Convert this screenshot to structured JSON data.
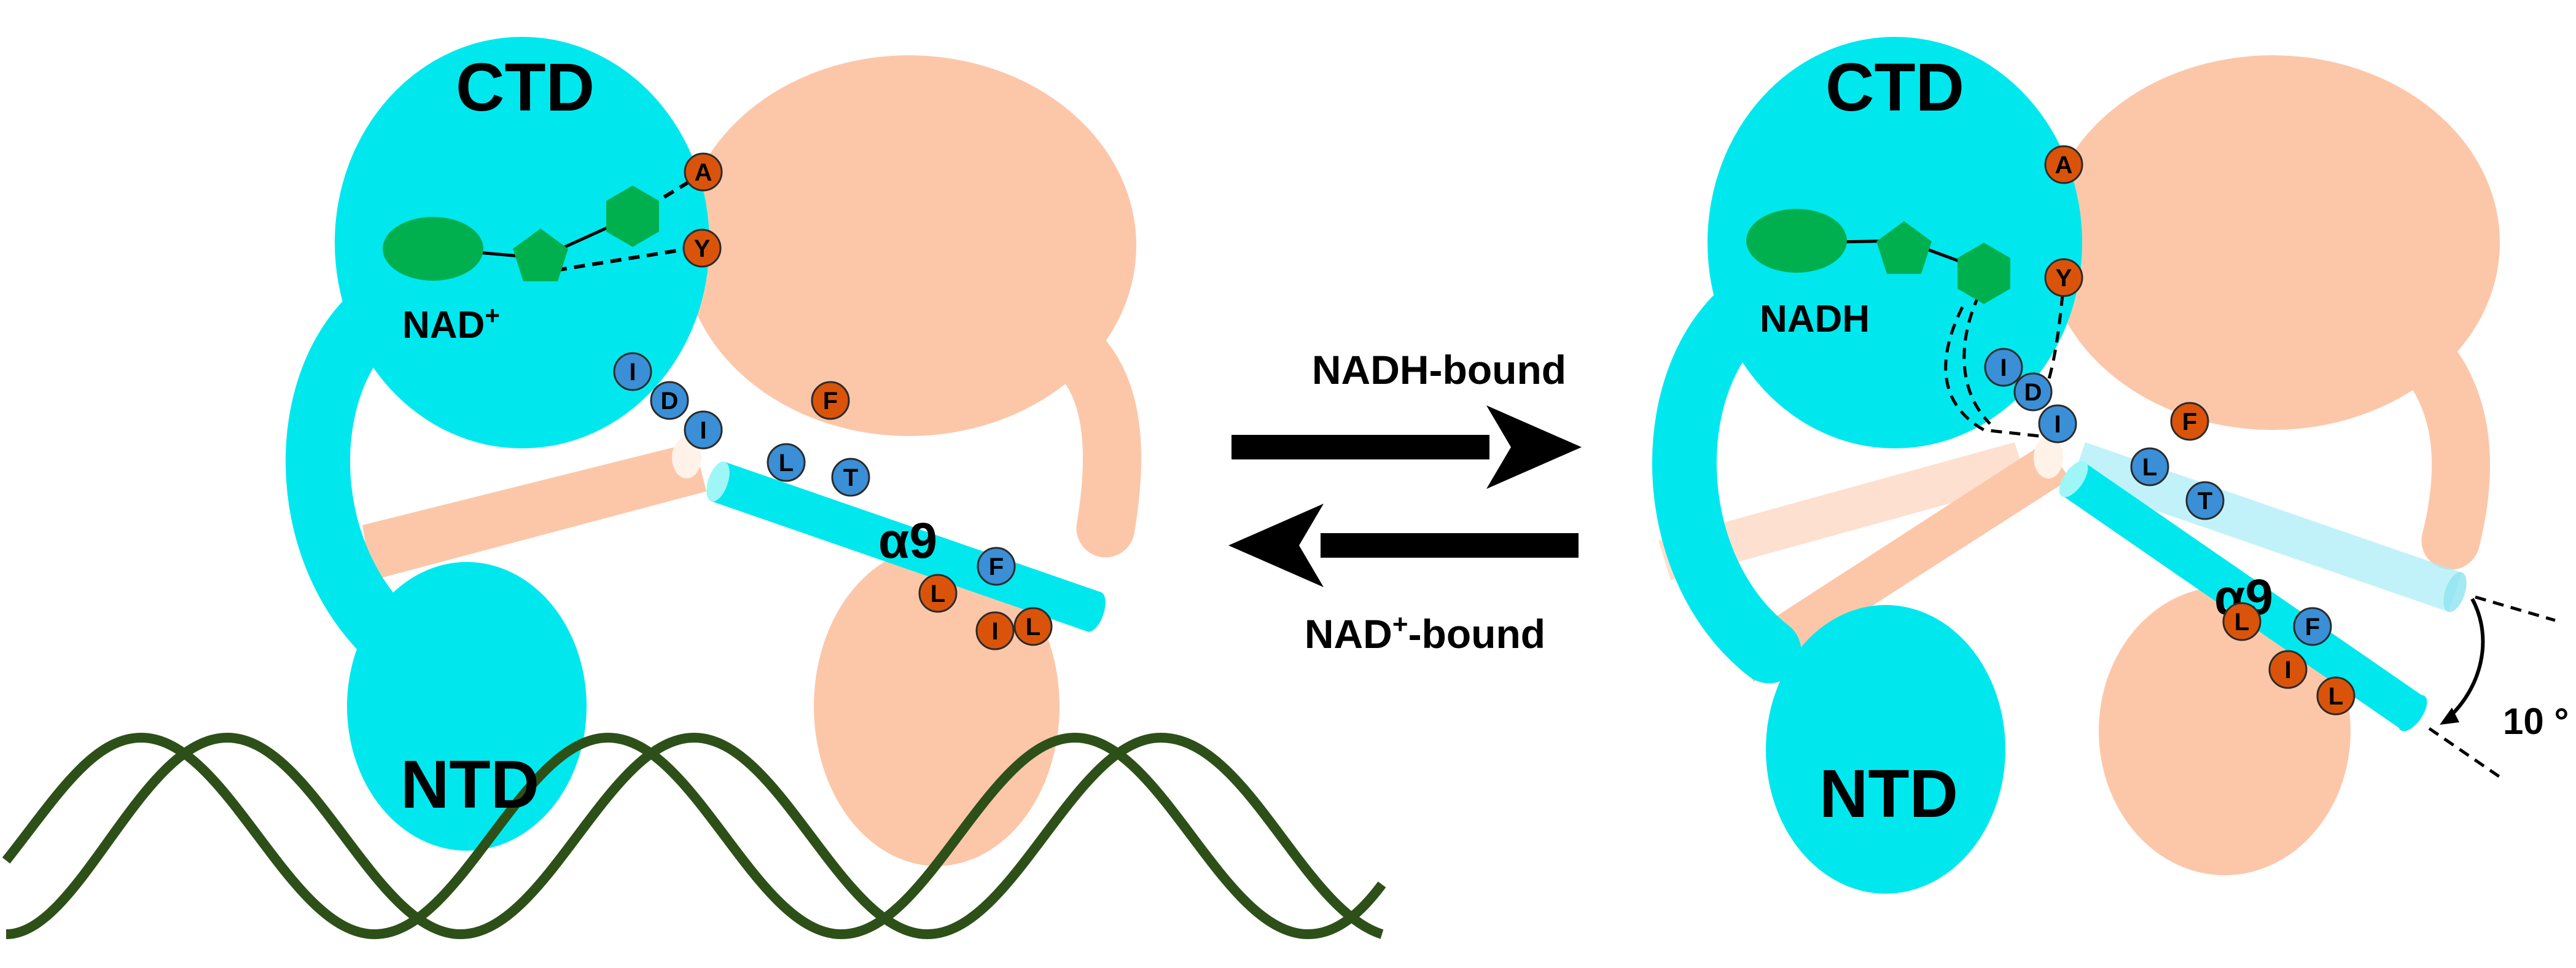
{
  "colors": {
    "subunit_a": "#00e8ee",
    "subunit_b": "#fcc7a9",
    "ligand": "#00b04f",
    "residue_blue": "#3a8fd6",
    "residue_orange": "#d9540a",
    "dna": "#2d5019",
    "arrow": "#000000"
  },
  "left_state": {
    "ctd_label": "CTD",
    "ntd_label": "NTD",
    "ligand_label": "NAD",
    "ligand_superscript": "+",
    "helix_label": "α9",
    "residues": [
      {
        "letter": "A",
        "color": "orange"
      },
      {
        "letter": "Y",
        "color": "orange"
      },
      {
        "letter": "I",
        "color": "blue"
      },
      {
        "letter": "D",
        "color": "blue"
      },
      {
        "letter": "I",
        "color": "blue"
      },
      {
        "letter": "F",
        "color": "orange"
      },
      {
        "letter": "L",
        "color": "blue"
      },
      {
        "letter": "T",
        "color": "blue"
      },
      {
        "letter": "F",
        "color": "blue"
      },
      {
        "letter": "L",
        "color": "orange"
      },
      {
        "letter": "I",
        "color": "orange"
      },
      {
        "letter": "L",
        "color": "orange"
      }
    ]
  },
  "right_state": {
    "ctd_label": "CTD",
    "ntd_label": "NTD",
    "ligand_label": "NADH",
    "helix_label": "α9",
    "angle_label": "10 °",
    "residues": [
      {
        "letter": "A",
        "color": "orange"
      },
      {
        "letter": "Y",
        "color": "orange"
      },
      {
        "letter": "I",
        "color": "blue"
      },
      {
        "letter": "D",
        "color": "blue"
      },
      {
        "letter": "I",
        "color": "blue"
      },
      {
        "letter": "F",
        "color": "orange"
      },
      {
        "letter": "L",
        "color": "blue"
      },
      {
        "letter": "T",
        "color": "blue"
      },
      {
        "letter": "F",
        "color": "blue"
      },
      {
        "letter": "L",
        "color": "orange"
      },
      {
        "letter": "I",
        "color": "orange"
      },
      {
        "letter": "L",
        "color": "orange"
      }
    ]
  },
  "equilibrium": {
    "forward_label": "NADH-bound",
    "reverse_label": "NAD",
    "reverse_superscript": "+",
    "reverse_suffix": "-bound"
  }
}
